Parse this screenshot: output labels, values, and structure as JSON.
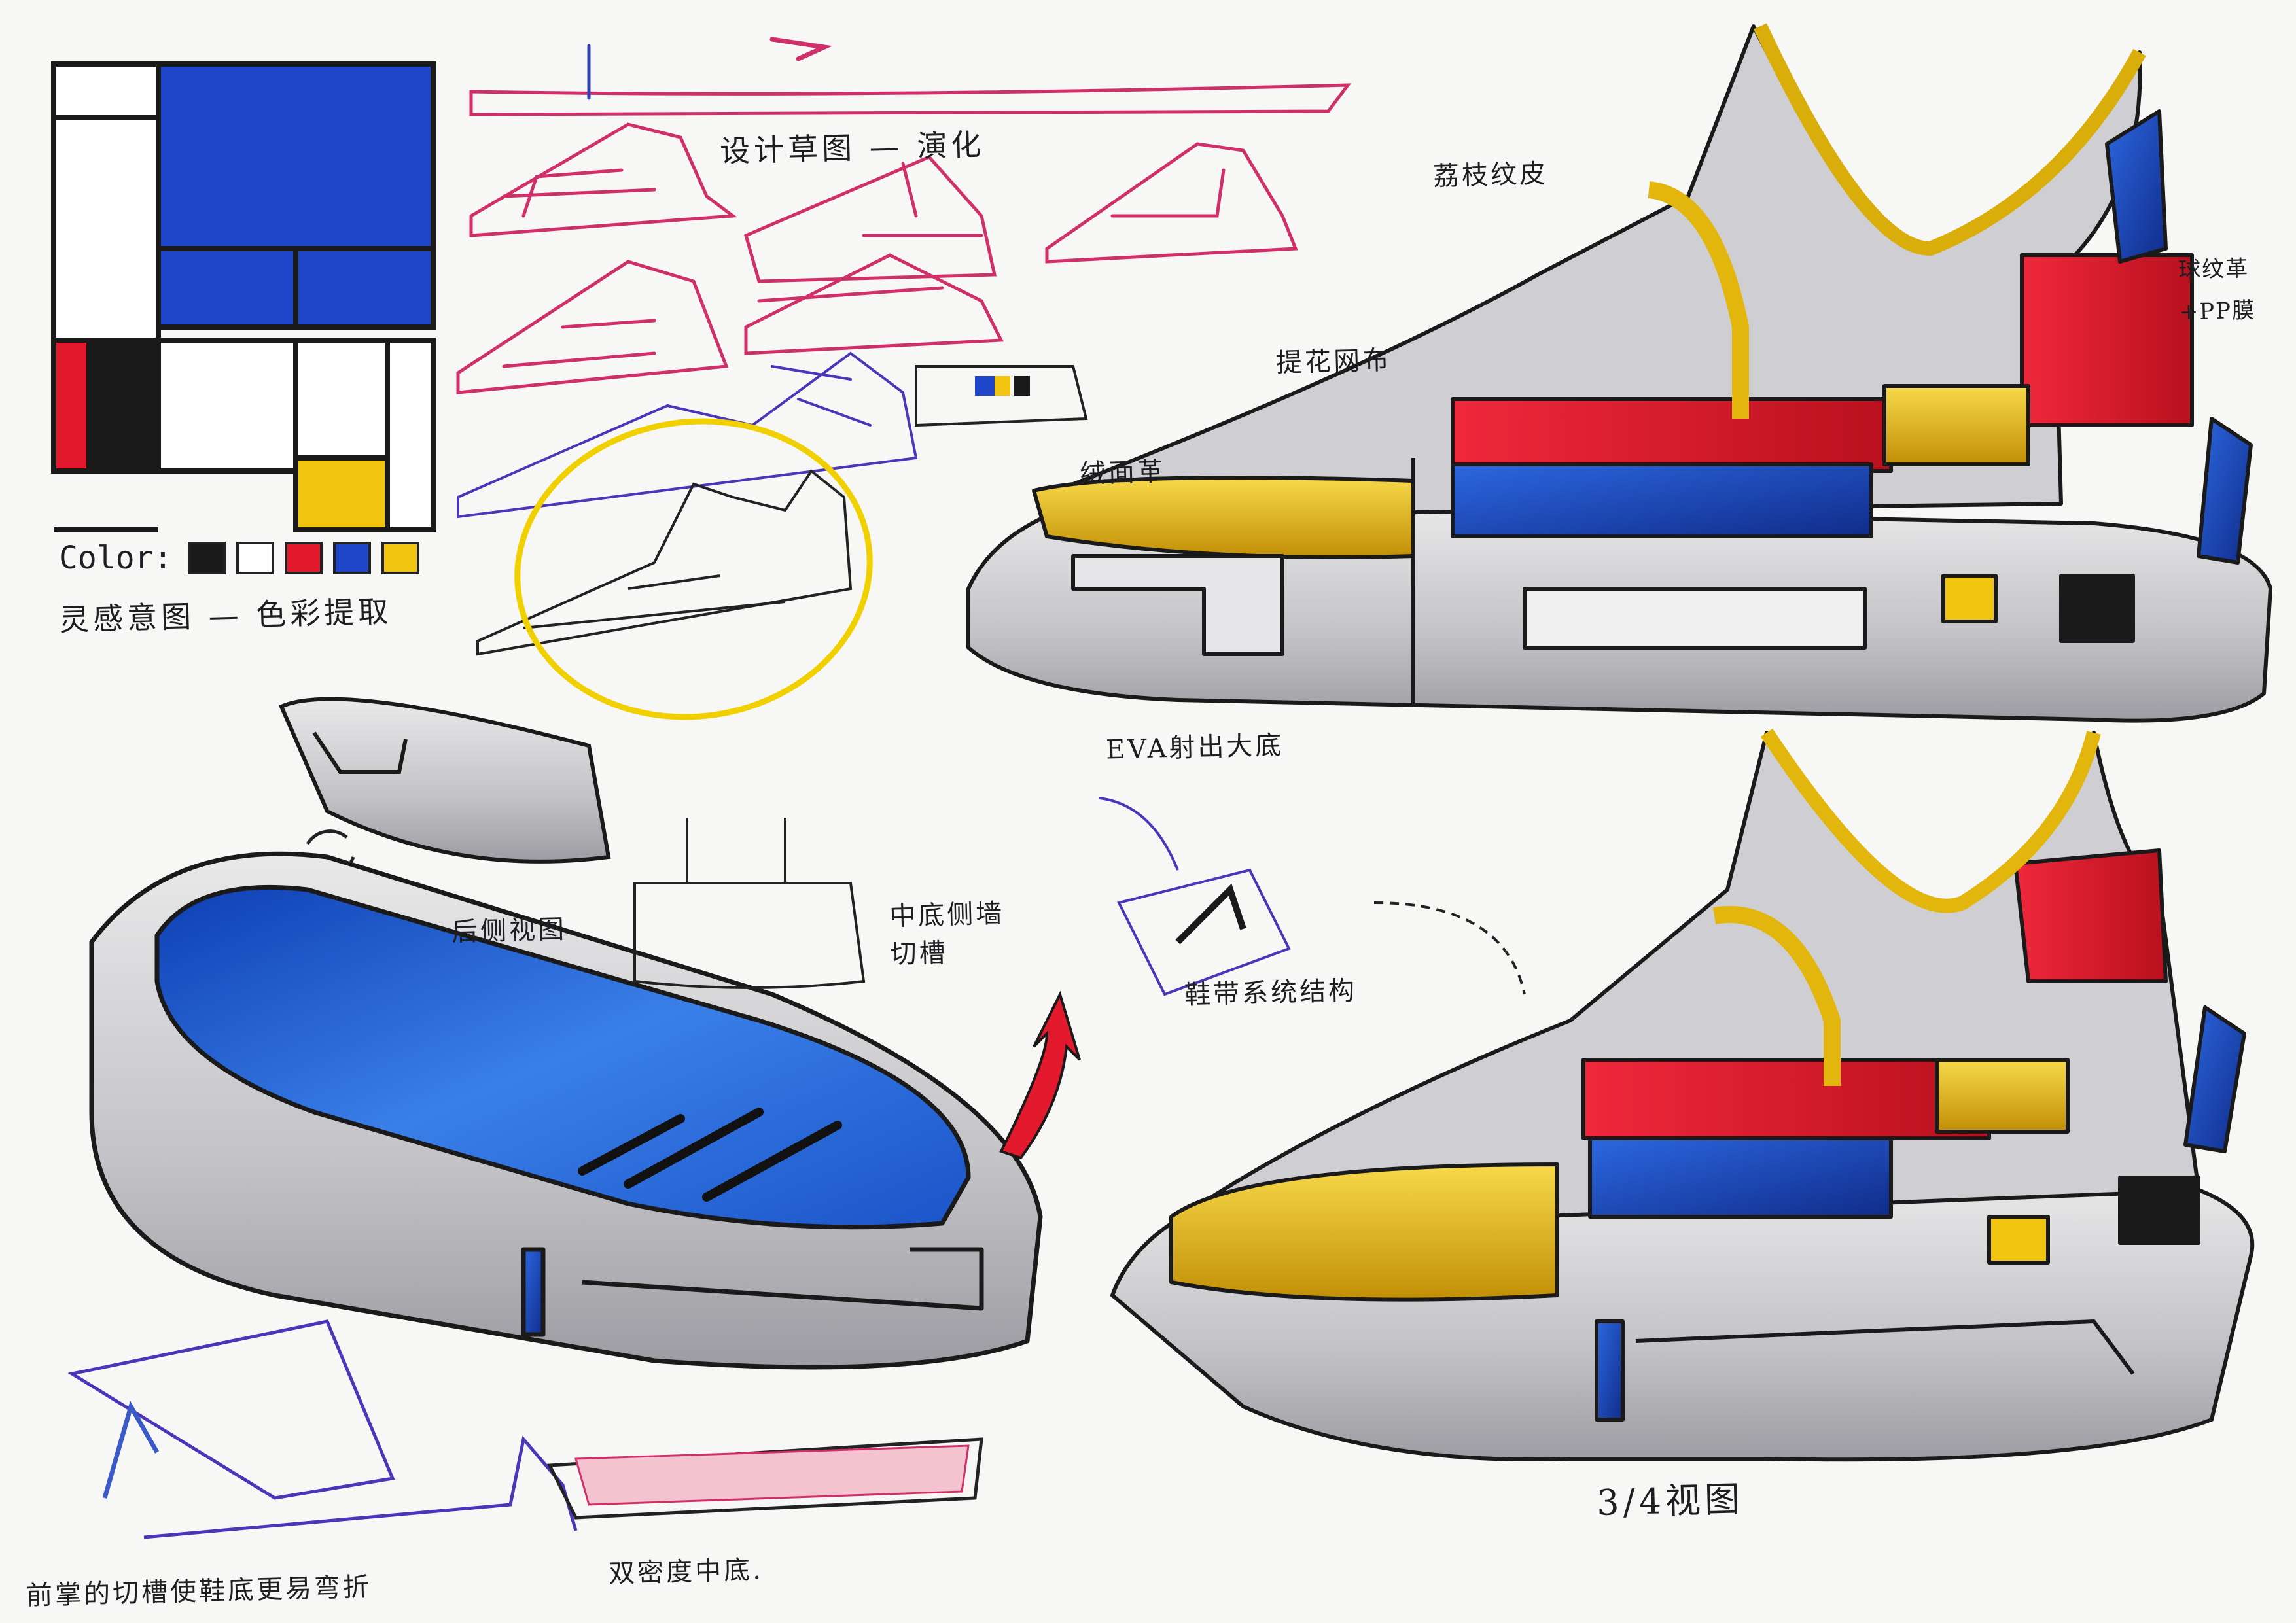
{
  "palette": {
    "label": "Color:",
    "swatches": [
      {
        "name": "black",
        "hex": "#1a1a1a"
      },
      {
        "name": "white",
        "hex": "#ffffff"
      },
      {
        "name": "red",
        "hex": "#e3192e"
      },
      {
        "name": "blue",
        "hex": "#1f45c9"
      },
      {
        "name": "yellow",
        "hex": "#f1c40f"
      }
    ]
  },
  "annotations": {
    "inspiration": "灵感意图 — 色彩提取",
    "sketch_evolution": "设计草图 — 演化",
    "lychee_leather": "荔枝纹皮",
    "jacquard_mesh": "提花网布",
    "suede": "绒面革",
    "pu_pp": "球纹革\n+PP膜",
    "eva_outsole": "EVA射出大底",
    "rear_view": "后侧视图",
    "midsole_groove": "中底侧墙\n切槽",
    "lace_system": "鞋带系统结构",
    "forefoot_groove": "前掌的切槽使鞋底更易弯折",
    "dual_density": "双密度中底.",
    "three_quarter": "3/4视图"
  },
  "colors": {
    "ink": "#1e1e22",
    "blue": "#1f45c9",
    "red": "#e3192e",
    "yellow": "#f1c40f",
    "grey": "#c9c9cc",
    "pink_sketch": "#d0306a",
    "purple_sketch": "#4b35b8"
  }
}
